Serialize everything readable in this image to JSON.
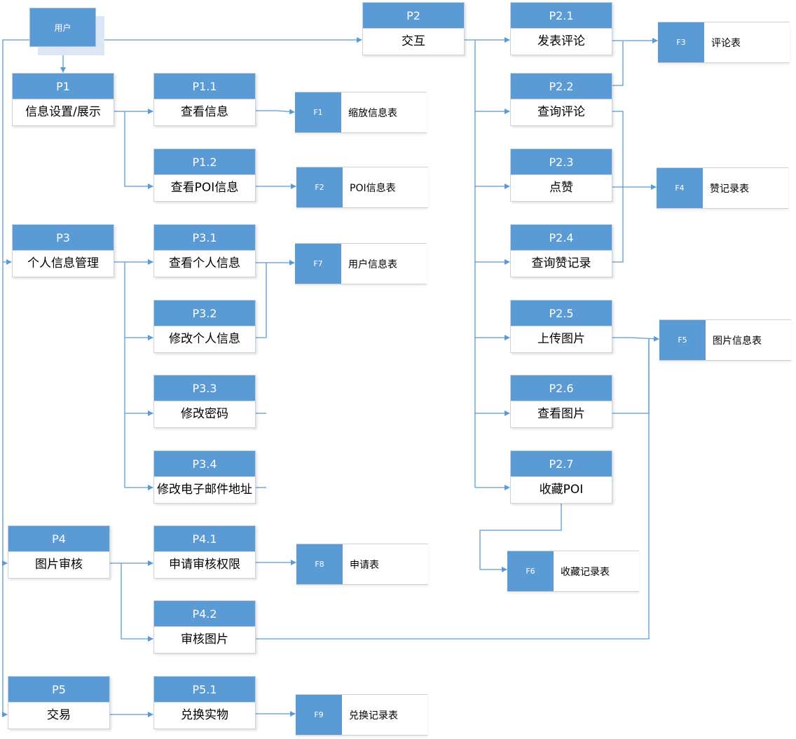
{
  "external_entity": {
    "label": "用户"
  },
  "processes": [
    {
      "id": "P1",
      "label": "信息设置/展示"
    },
    {
      "id": "P1.1",
      "label": "查看信息"
    },
    {
      "id": "P1.2",
      "label": "查看POI信息"
    },
    {
      "id": "P2",
      "label": "交互"
    },
    {
      "id": "P2.1",
      "label": "发表评论"
    },
    {
      "id": "P2.2",
      "label": "查询评论"
    },
    {
      "id": "P2.3",
      "label": "点赞"
    },
    {
      "id": "P2.4",
      "label": "查询赞记录"
    },
    {
      "id": "P2.5",
      "label": "上传图片"
    },
    {
      "id": "P2.6",
      "label": "查看图片"
    },
    {
      "id": "P2.7",
      "label": "收藏POI"
    },
    {
      "id": "P3",
      "label": "个人信息管理"
    },
    {
      "id": "P3.1",
      "label": "查看个人信息"
    },
    {
      "id": "P3.2",
      "label": "修改个人信息"
    },
    {
      "id": "P3.3",
      "label": "修改密码"
    },
    {
      "id": "P3.4",
      "label": "修改电子邮件地址"
    },
    {
      "id": "P4",
      "label": "图片审核"
    },
    {
      "id": "P4.1",
      "label": "申请审核权限"
    },
    {
      "id": "P4.2",
      "label": "审核图片"
    },
    {
      "id": "P5",
      "label": "交易"
    },
    {
      "id": "P5.1",
      "label": "兑换实物"
    }
  ],
  "data_stores": [
    {
      "id": "F1",
      "label": "缩放信息表"
    },
    {
      "id": "F2",
      "label": "POI信息表"
    },
    {
      "id": "F3",
      "label": "评论表"
    },
    {
      "id": "F4",
      "label": "赞记录表"
    },
    {
      "id": "F5",
      "label": "图片信息表"
    },
    {
      "id": "F6",
      "label": "收藏记录表"
    },
    {
      "id": "F7",
      "label": "用户信息表"
    },
    {
      "id": "F8",
      "label": "申请表"
    },
    {
      "id": "F9",
      "label": "兑换记录表"
    }
  ],
  "colors": {
    "process_header": "#5b9bd5",
    "line": "#5b9bd5"
  }
}
